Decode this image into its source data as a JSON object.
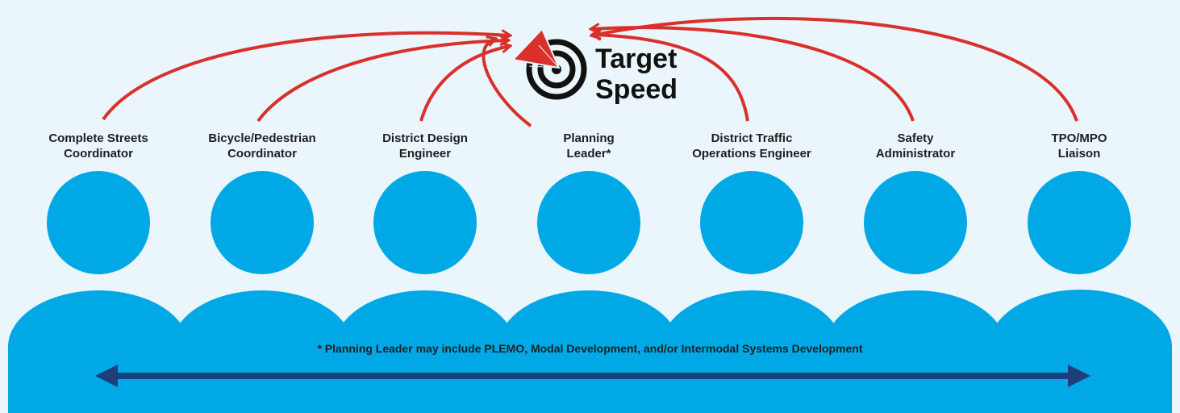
{
  "target": {
    "title": "Target\nSpeed",
    "icon": "target-icon"
  },
  "roles": [
    {
      "label": "Complete Streets\nCoordinator"
    },
    {
      "label": "Bicycle/Pedestrian\nCoordinator"
    },
    {
      "label": "District Design\nEngineer"
    },
    {
      "label": "Planning\nLeader*"
    },
    {
      "label": "District Traffic\nOperations Engineer"
    },
    {
      "label": "Safety\nAdministrator"
    },
    {
      "label": "TPO/MPO\nLiaison"
    }
  ],
  "footnote": "* Planning Leader may include PLEMO, Modal Development, and/or Intermodal Systems Development",
  "colors": {
    "background": "#eaf6fb",
    "person": "#00a9e6",
    "arrow": "#d9302b",
    "double_arrow": "#1f3f7c",
    "text": "#1f1f1f"
  }
}
